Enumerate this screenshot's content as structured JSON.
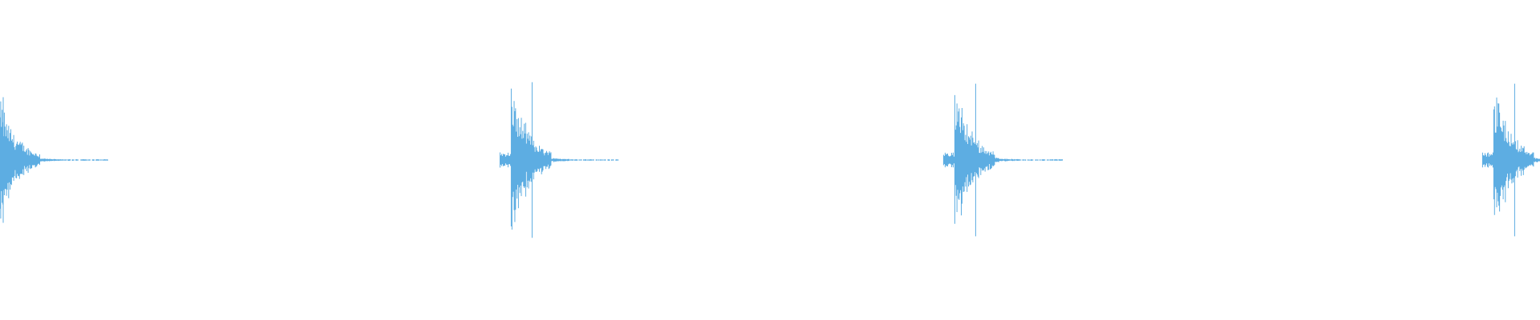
{
  "waveform": {
    "color": "#5dade2",
    "background": "#ffffff",
    "transients": [
      {
        "onset_fraction": 0.0,
        "peak": 0.42,
        "decay": 0.3
      },
      {
        "onset_fraction": 0.332,
        "peak": 0.52,
        "decay": 0.3
      },
      {
        "onset_fraction": 0.62,
        "peak": 0.51,
        "decay": 0.3
      },
      {
        "onset_fraction": 0.97,
        "peak": 0.51,
        "decay": 0.3
      }
    ]
  }
}
